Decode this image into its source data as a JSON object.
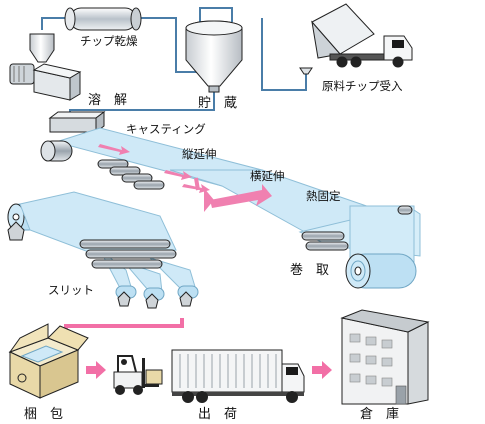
{
  "labels": {
    "chip_drying": "チップ乾燥",
    "melting": "溶　解",
    "storage_silo": "貯　蔵",
    "raw_chip_receiving": "原料チップ受入",
    "casting": "キャスティング",
    "longitudinal_stretch": "縦延伸",
    "transverse_stretch": "横延伸",
    "heat_setting": "熱固定",
    "winding": "巻　取",
    "slitting": "スリット",
    "packing": "梱　包",
    "shipping": "出　荷",
    "warehouse": "倉　庫"
  },
  "colors": {
    "film": "#cfe9f7",
    "film_edge": "#8fbfd8",
    "stretch_arrow": "#f080b0",
    "flow_arrow": "#f26fa6",
    "pipe": "#4a7da8",
    "machine": "#d8dde2",
    "outline": "#222222",
    "box": "#e9d9a8"
  }
}
